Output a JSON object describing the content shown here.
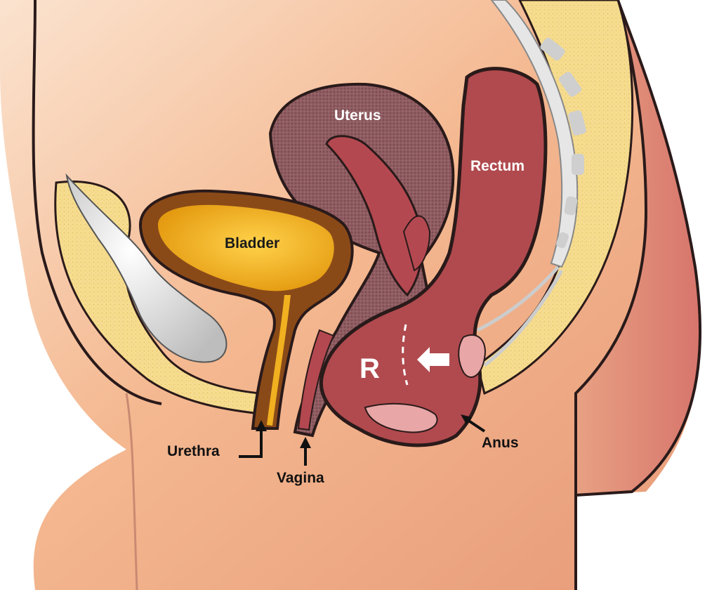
{
  "labels": {
    "uterus": "Uterus",
    "rectum": "Rectum",
    "bladder": "Bladder",
    "rectocele": "R",
    "urethra": "Urethra",
    "vagina": "Vagina",
    "anus": "Anus"
  },
  "colors": {
    "skin": "#f2b48c",
    "skin_shadow": "#d98a6e",
    "fat": "#f4d88a",
    "bone": "#dcdcdc",
    "bladder": "#f0b020",
    "bladder_wall": "#8a4a18",
    "uterus": "#8a5a5e",
    "rectum": "#b04a4e",
    "outline": "#2a1a1a"
  }
}
